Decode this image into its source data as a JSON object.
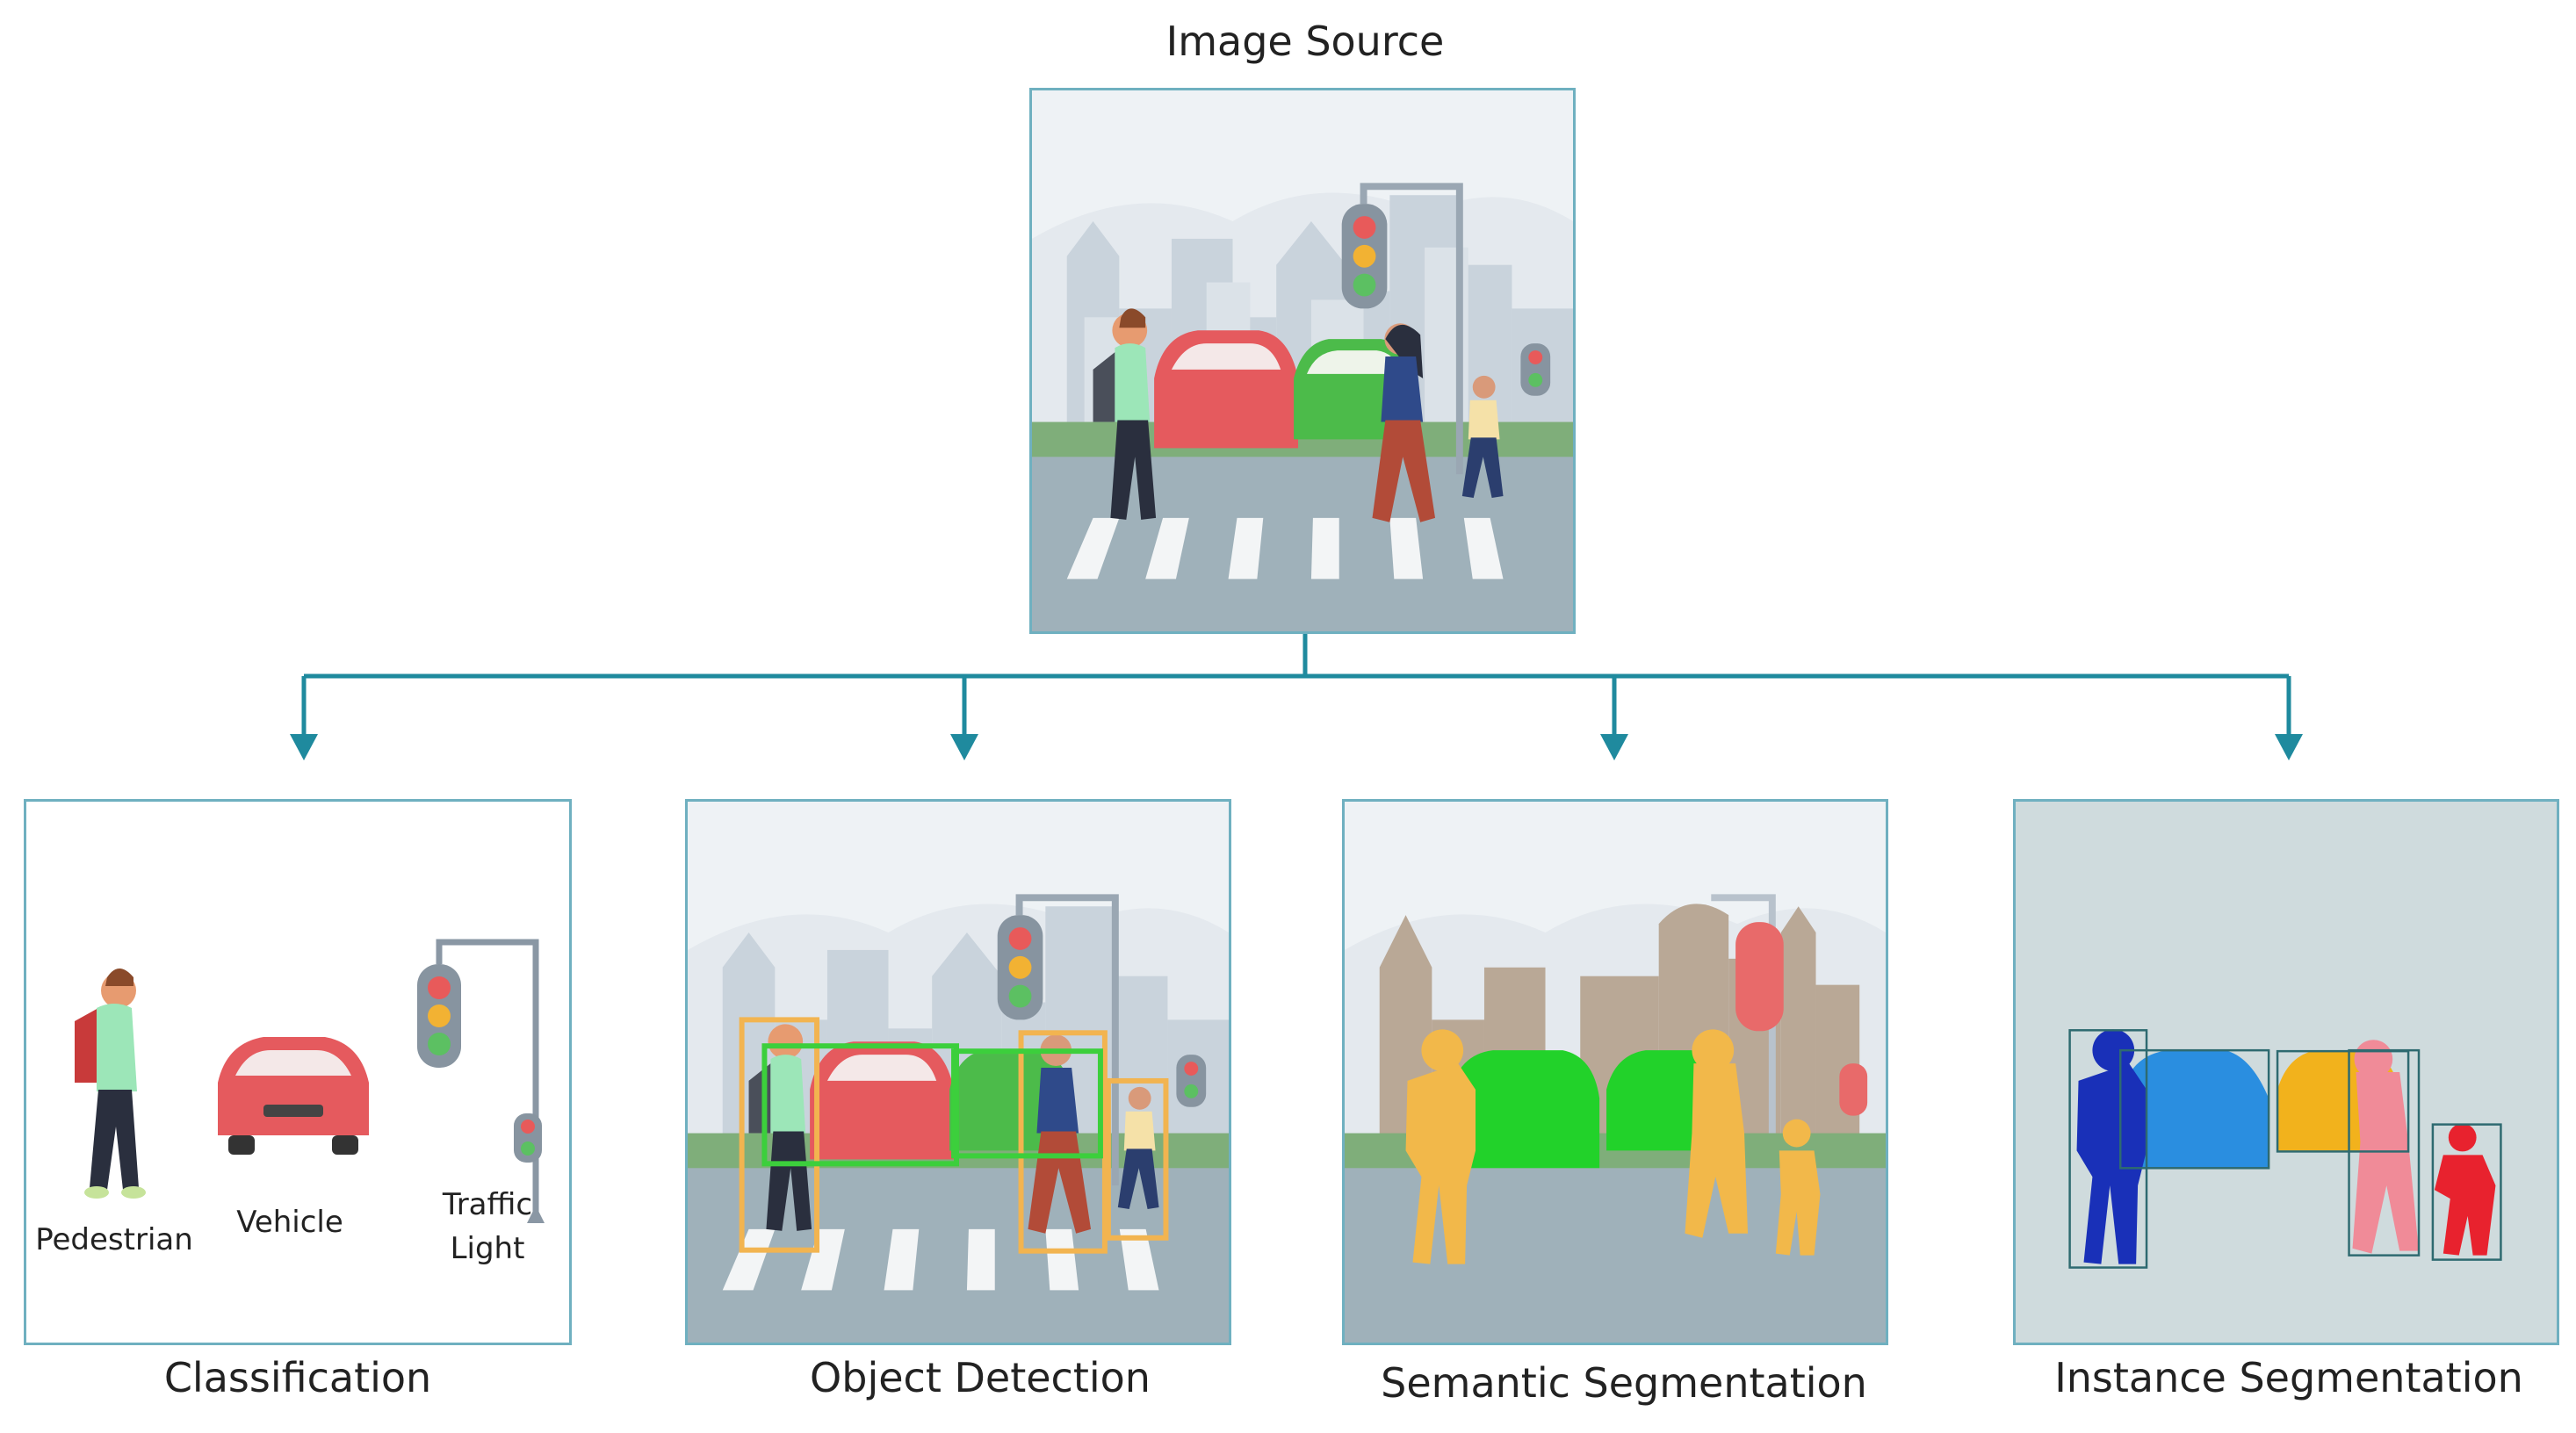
{
  "diagram": {
    "source_title": "Image Source",
    "tasks": [
      {
        "id": "classification",
        "label": "Classification"
      },
      {
        "id": "object-detection",
        "label": "Object Detection"
      },
      {
        "id": "semantic-segmentation",
        "label": "Semantic Segmentation"
      },
      {
        "id": "instance-segmentation",
        "label": "Instance Segmentation"
      }
    ],
    "classification_labels": {
      "pedestrian": "Pedestrian",
      "vehicle": "Vehicle",
      "traffic_light_1": "Traffic",
      "traffic_light_2": "Light"
    }
  },
  "colors": {
    "connector": "#1f8a9e",
    "panel_border": "#6fb0c0",
    "detect_person": "#f2b450",
    "detect_vehicle": "#3ccf3c",
    "sem_person": "#f2b84a",
    "sem_vehicle": "#22d22a",
    "sem_building": "#b9a896",
    "sem_light": "#e86a6a",
    "inst_blue_person": "#1930b8",
    "inst_car_blue": "#2a8ee0",
    "inst_car_yellow": "#f2b21c",
    "inst_pink_person": "#f08b98",
    "inst_red_person": "#e8222e"
  }
}
